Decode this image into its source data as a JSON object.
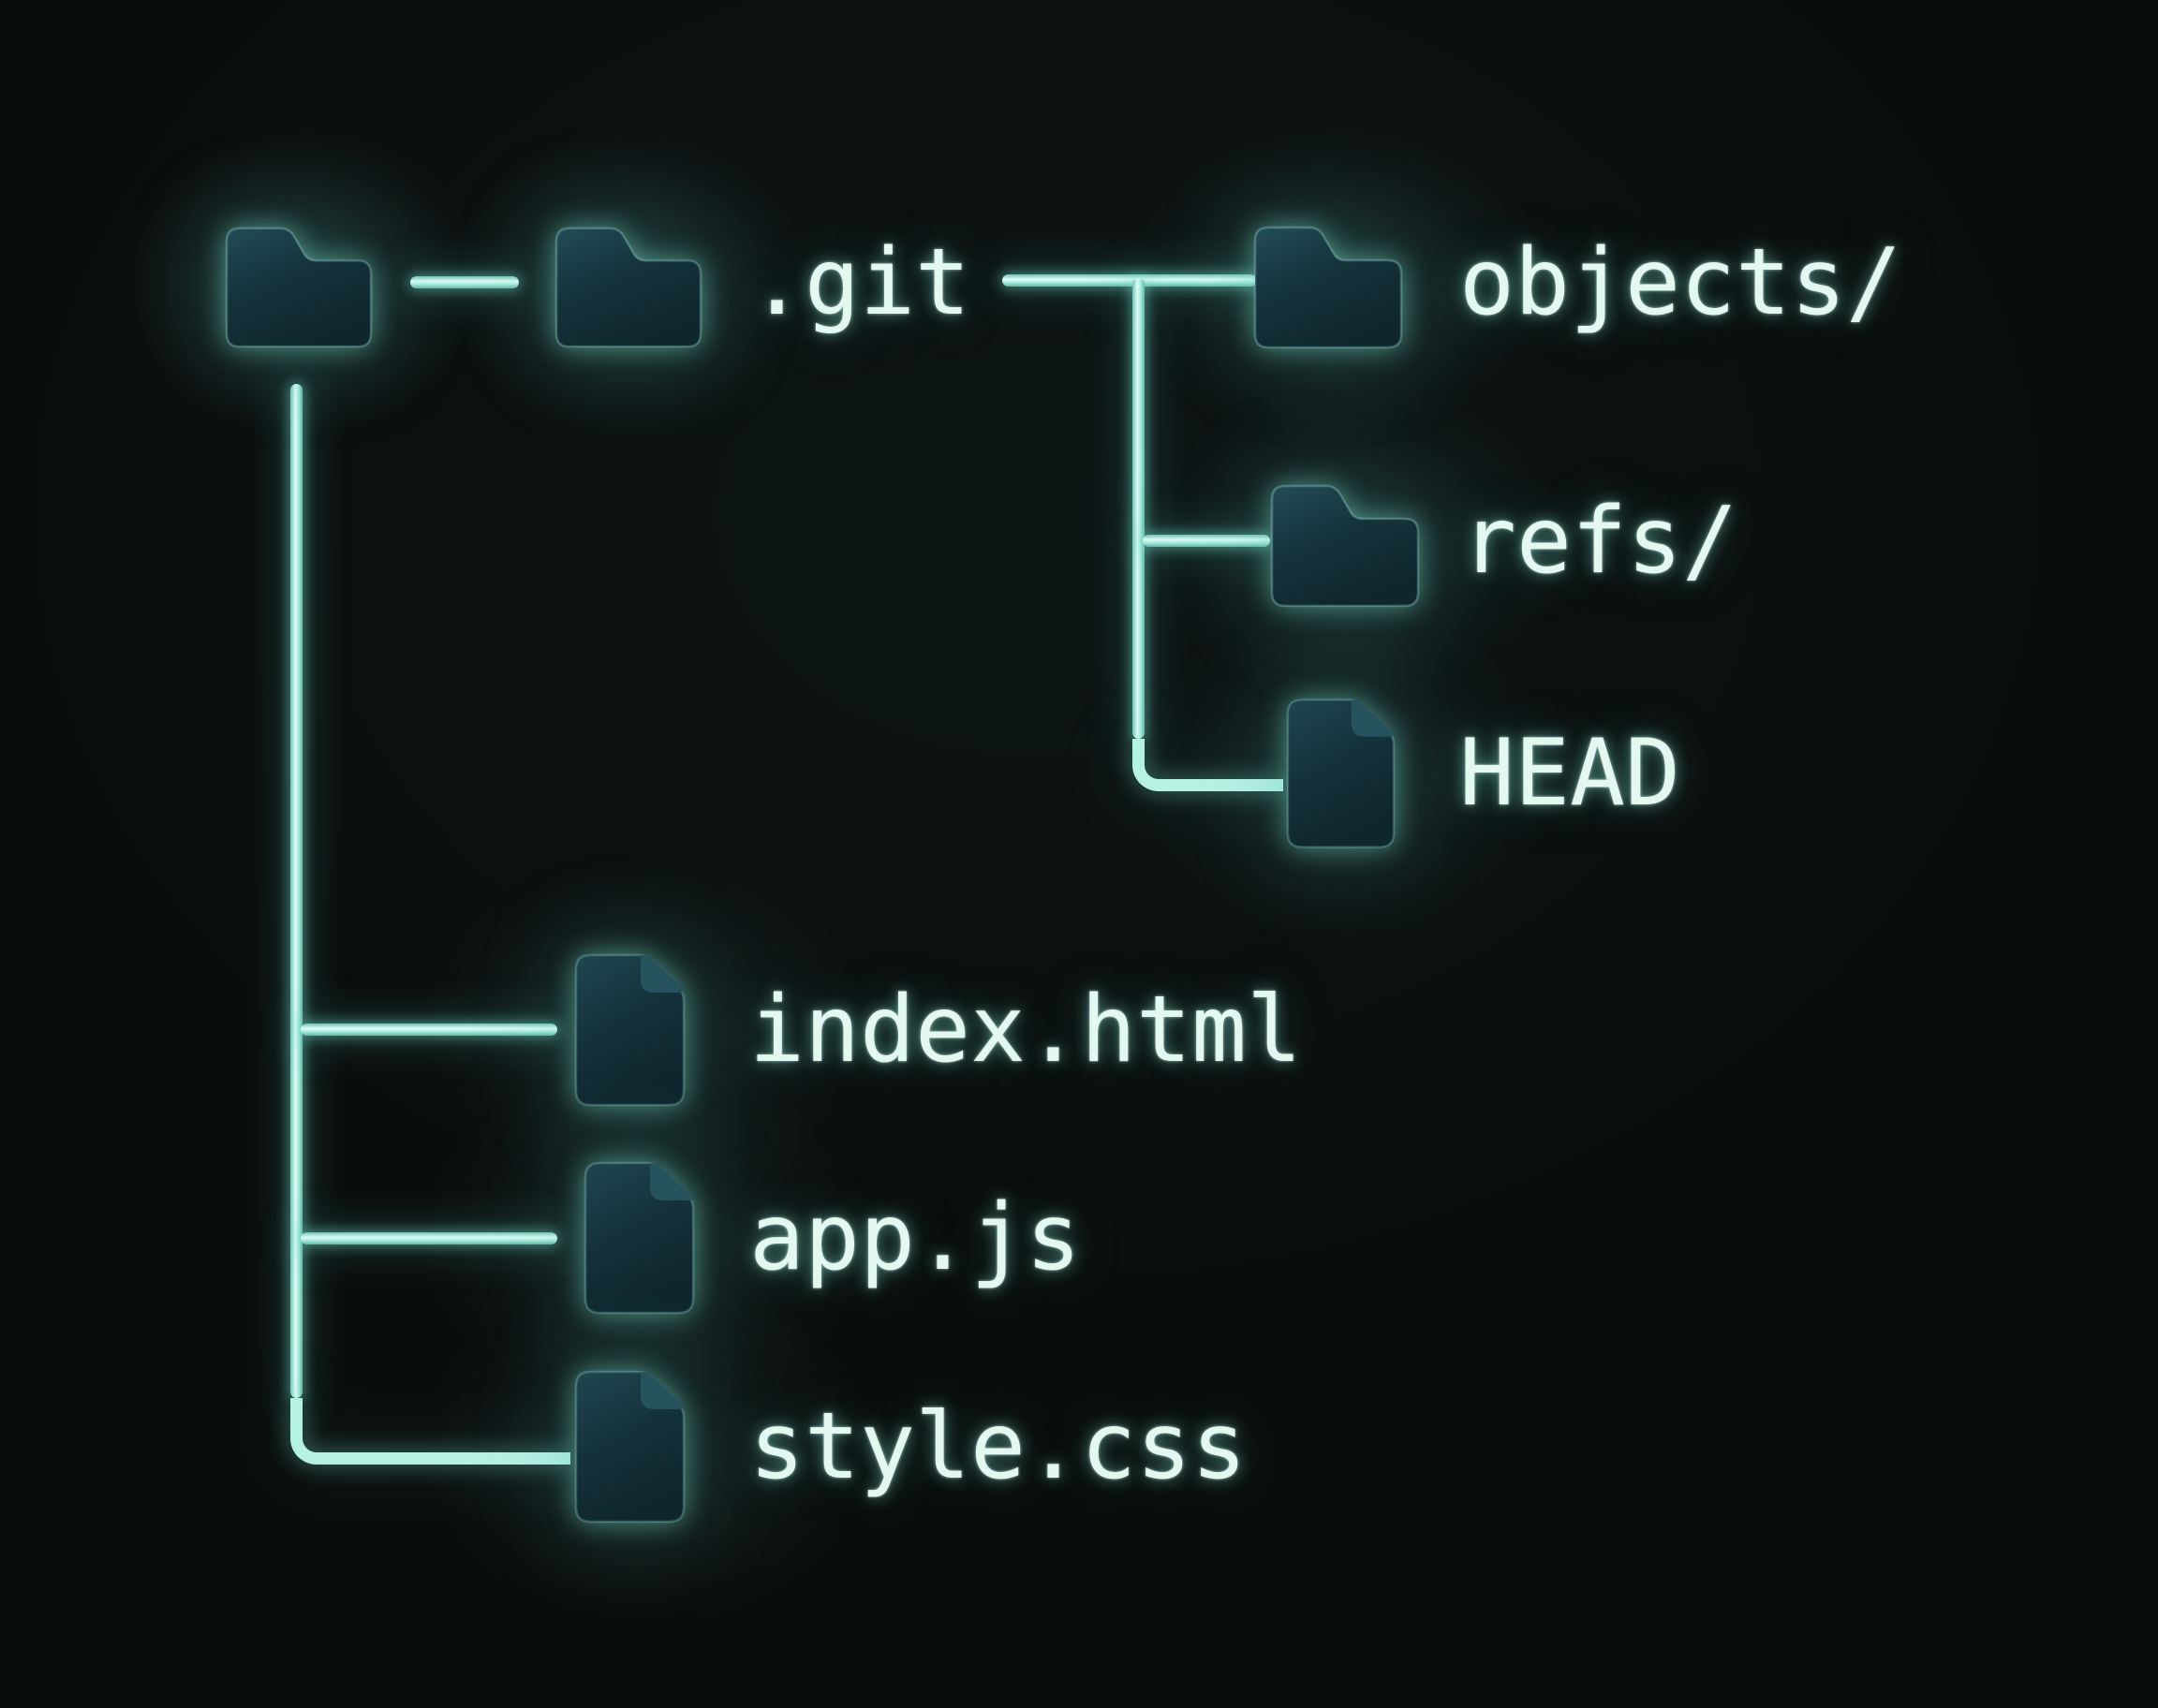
{
  "diagram": {
    "type": "file-tree",
    "subject": "git repository structure",
    "theme": {
      "background": "#0a0d0d",
      "line_color": "#b5f2e3",
      "text_color": "#e4f8f2",
      "icon_fill_dark": "#0f262d",
      "icon_fill_light": "#234d58",
      "glow_color": "#7fe3d0"
    },
    "root": {
      "icon": "folder-icon",
      "label": ""
    },
    "nodes": [
      {
        "id": "git",
        "icon": "folder-icon",
        "label": ".git",
        "parent": "root"
      },
      {
        "id": "objects",
        "icon": "folder-icon",
        "label": "objects/",
        "parent": "git"
      },
      {
        "id": "refs",
        "icon": "folder-icon",
        "label": "refs/",
        "parent": "git"
      },
      {
        "id": "head",
        "icon": "file-icon",
        "label": "HEAD",
        "parent": "git"
      },
      {
        "id": "index-html",
        "icon": "file-icon",
        "label": "index.html",
        "parent": "root"
      },
      {
        "id": "app-js",
        "icon": "file-icon",
        "label": "app.js",
        "parent": "root"
      },
      {
        "id": "style-css",
        "icon": "file-icon",
        "label": "style.css",
        "parent": "root"
      }
    ]
  }
}
